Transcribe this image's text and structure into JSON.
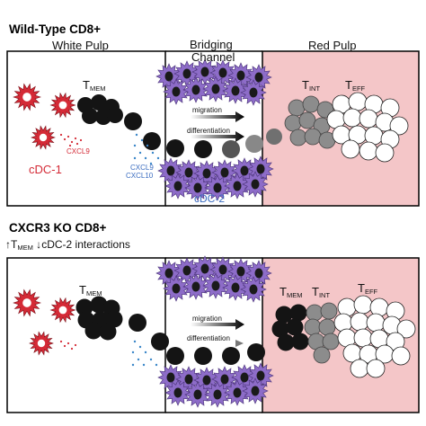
{
  "panel_top": {
    "title": "Wild-Type CD8+",
    "white_pulp_label": "White Pulp",
    "bridging_label_line1": "Bridging",
    "bridging_label_line2": "Channel",
    "red_pulp_label": "Red Pulp",
    "tmem_main": "T",
    "tmem_sub": "MEM",
    "tint_main": "T",
    "tint_sub": "INT",
    "teff_main": "T",
    "teff_sub": "EFF",
    "cdc1_label": "cDC-1",
    "cxcl9_red": "CXCL9",
    "cxcl9_blue": "CXCL9",
    "cxcl10_blue": "CXCL10",
    "cdc2_label": "cDC-2",
    "migration_label": "migration",
    "differentiation_label": "differentiation"
  },
  "panel_bottom": {
    "title": "CXCR3 KO CD8+",
    "subtitle_part1": "T",
    "subtitle_sub": "MEM",
    "subtitle_part2": "cDC-2 interactions",
    "tmem_main": "T",
    "tmem_sub": "MEM",
    "tmem_red_main": "T",
    "tmem_red_sub": "MEM",
    "tint_main": "T",
    "tint_sub": "INT",
    "teff_main": "T",
    "teff_sub": "EFF",
    "migration_label": "migration",
    "differentiation_label": "differentiation"
  },
  "colors": {
    "red_pulp": "#f4c6c8",
    "cdc1_red": "#d42a36",
    "cdc2_purple": "#8d6cc8",
    "cdc2_nucleus": "#1a1a1a",
    "tcell_black": "#141414",
    "tint_gray": "#8c8c8c",
    "chemokine_blue": "#3a86c8",
    "cxcl9_red_text": "#d42a36",
    "cdc2_label_blue": "#3a6cc0"
  }
}
